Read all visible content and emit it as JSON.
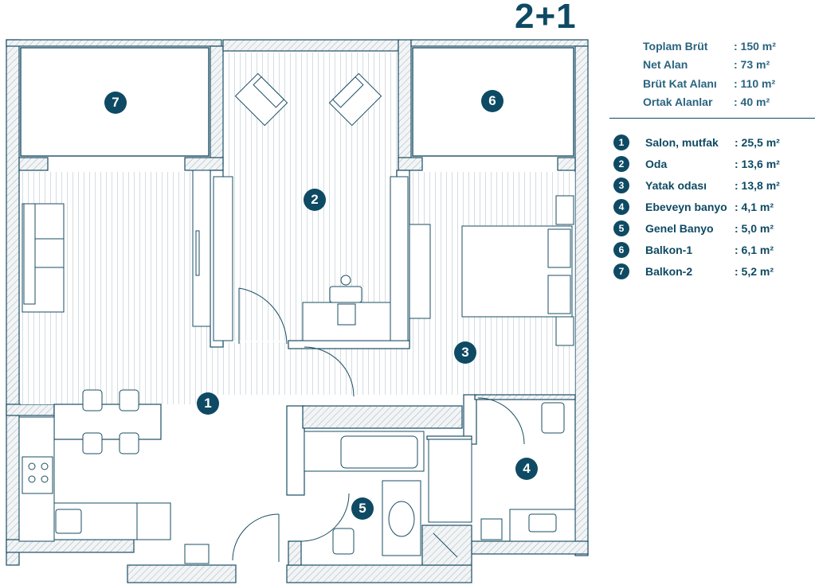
{
  "title": "2+1",
  "summary": [
    {
      "label": "Toplam Brüt",
      "value": ": 150 m²"
    },
    {
      "label": "Net Alan",
      "value": ": 73 m²"
    },
    {
      "label": "Brüt Kat Alanı",
      "value": ": 110 m²"
    },
    {
      "label": "Ortak Alanlar",
      "value": ": 40 m²"
    }
  ],
  "rooms": [
    {
      "num": "1",
      "name": "Salon, mutfak",
      "area": ": 25,5 m²"
    },
    {
      "num": "2",
      "name": "Oda",
      "area": ": 13,6 m²"
    },
    {
      "num": "3",
      "name": "Yatak odası",
      "area": ": 13,8 m²"
    },
    {
      "num": "4",
      "name": "Ebeveyn banyo",
      "area": ": 4,1 m²"
    },
    {
      "num": "5",
      "name": "Genel Banyo",
      "area": ": 5,0 m²"
    },
    {
      "num": "6",
      "name": "Balkon-1",
      "area": ": 6,1 m²"
    },
    {
      "num": "7",
      "name": "Balkon-2",
      "area": ": 5,2 m²"
    }
  ],
  "plan_badges": [
    "1",
    "2",
    "3",
    "4",
    "5",
    "6",
    "7"
  ],
  "colors": {
    "primary": "#0e4a63",
    "line": "#1a4d63",
    "floor": "#e9edf0"
  }
}
